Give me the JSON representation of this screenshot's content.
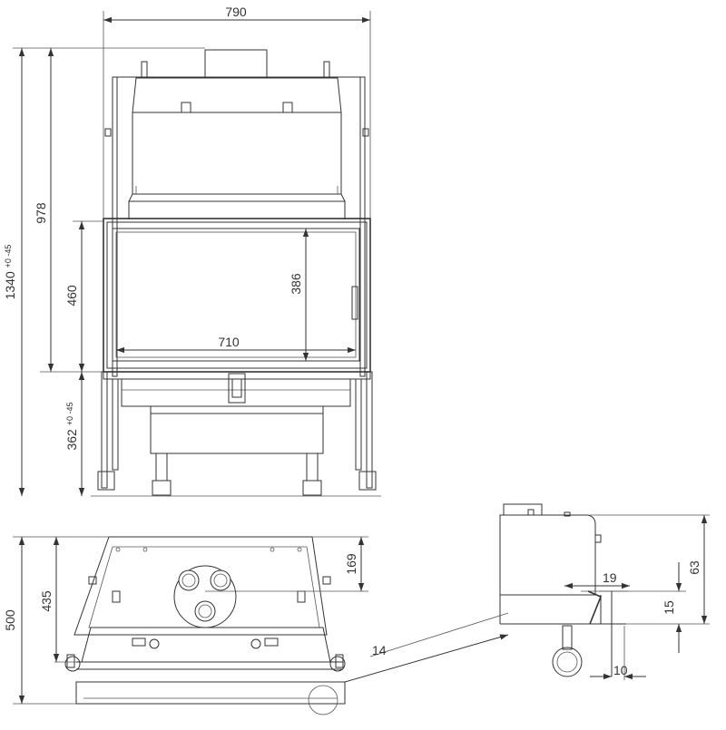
{
  "front_view": {
    "dims": {
      "width": "790",
      "total_height": "1340",
      "total_height_tol": "+0 -45",
      "height_to_top": "978",
      "glass_height": "460",
      "base_height": "362",
      "base_height_tol": "+0 -45",
      "opening_height": "386",
      "opening_width": "710"
    }
  },
  "top_view": {
    "dims": {
      "depth": "500",
      "inner_depth": "435",
      "flue_offset": "169"
    }
  },
  "detail_view": {
    "callout": "14",
    "dims": {
      "height": "63",
      "step": "19",
      "offset": "15",
      "gap": "10"
    }
  }
}
